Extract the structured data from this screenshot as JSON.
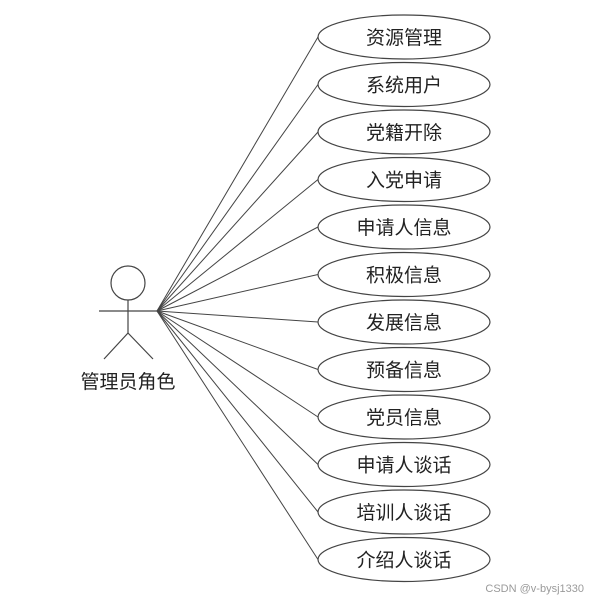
{
  "diagram": {
    "actor": {
      "label": "管理员角色"
    },
    "use_cases": [
      {
        "label": "资源管理"
      },
      {
        "label": "系统用户"
      },
      {
        "label": "党籍开除"
      },
      {
        "label": "入党申请"
      },
      {
        "label": "申请人信息"
      },
      {
        "label": "积极信息"
      },
      {
        "label": "发展信息"
      },
      {
        "label": "预备信息"
      },
      {
        "label": "党员信息"
      },
      {
        "label": "申请人谈话"
      },
      {
        "label": "培训人谈话"
      },
      {
        "label": "介绍人谈话"
      }
    ],
    "colors": {
      "stroke": "#444444",
      "ellipse_fill": "#ffffff",
      "text": "#222222"
    }
  },
  "watermark": "CSDN @v-bysj1330"
}
